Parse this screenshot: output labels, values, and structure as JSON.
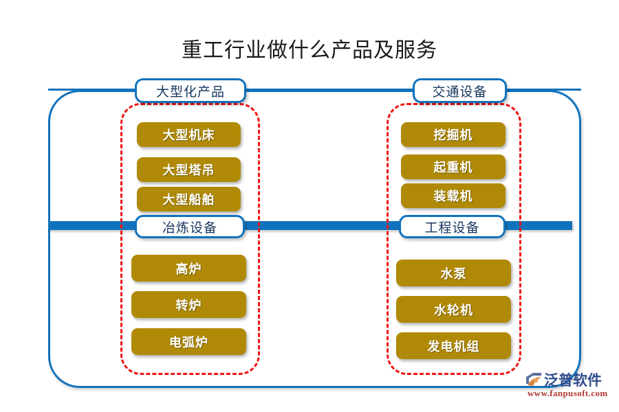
{
  "title": "重工行业做什么产品及服务",
  "diagram": {
    "type": "two-column-grouped-list",
    "colors": {
      "frame_blue": "#1072BC",
      "bar_blue": "#1072BC",
      "group_dashed_red": "#F01414",
      "item_gold": "#B08A06",
      "header_text": "#17365D",
      "item_text": "#FFFFFF"
    },
    "columns": [
      {
        "id": "left",
        "top_header": "大型化产品",
        "top_items": [
          "大型机床",
          "大型塔吊",
          "大型船舶"
        ],
        "bottom_header": "冶炼设备",
        "bottom_items": [
          "高炉",
          "转炉",
          "电弧炉"
        ]
      },
      {
        "id": "right",
        "top_header": "交通设备",
        "top_items": [
          "挖掘机",
          "起重机",
          "装载机"
        ],
        "bottom_header": "工程设备",
        "bottom_items": [
          "水泵",
          "水轮机",
          "发电机组"
        ]
      }
    ]
  },
  "watermark": {
    "text": "泛普软件"
  },
  "brand": {
    "name": "泛普软件",
    "url": "www.fanpusoft.com"
  }
}
